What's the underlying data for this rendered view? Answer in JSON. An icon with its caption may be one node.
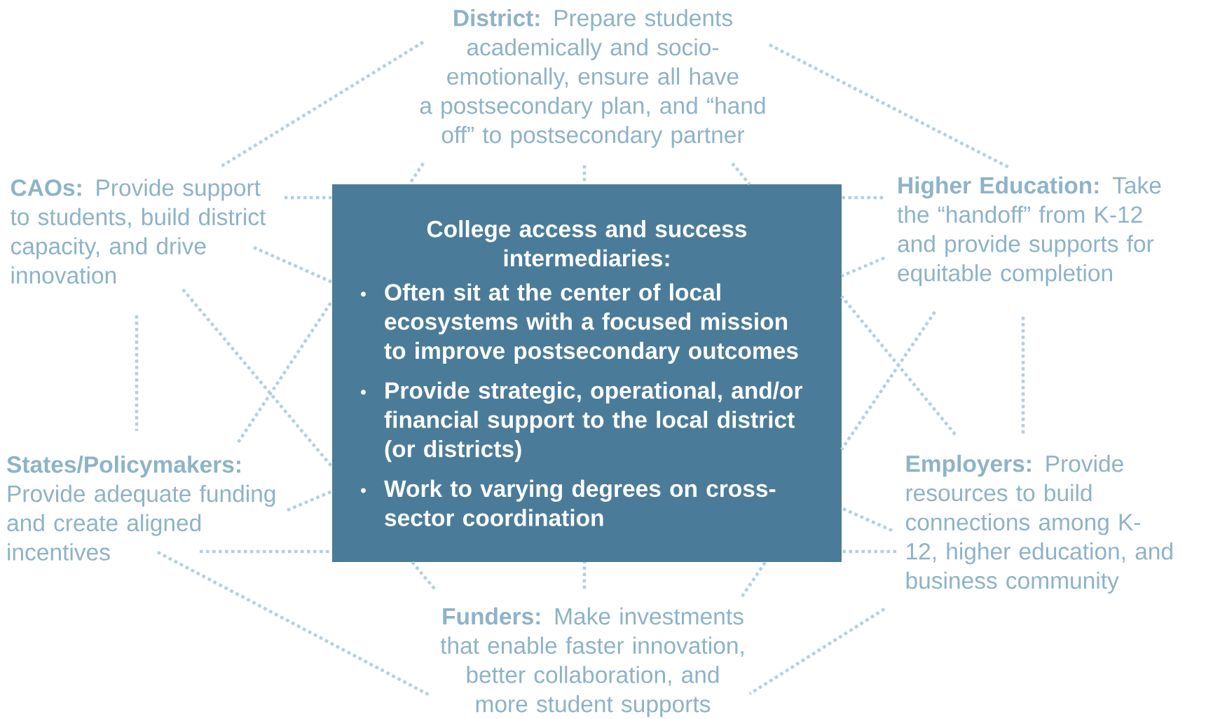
{
  "diagram": {
    "nodes": [
      {
        "text": [
          "**District:** Prepare students academically and socio-emotionally, ensure all have a postsecondary plan, and “hand off” to postsecondary partner"
        ]
      },
      {
        "text": [
          "**CAOs:** Provide support to students, build district capacity, and drive innovation"
        ]
      },
      {
        "text": [
          "College access and success intermediaries:",
          "Often sit at the center of local ecosystems with a focused mission to improve postsecondary outcomes",
          "Provide strategic, operational, and/or financial support to the local district (or districts)",
          "Work to varying degrees on cross-sector coordination"
        ]
      },
      {
        "text": [
          "**Higher Education:** Take the “handoff” from K-12 and provide supports for equitable completion"
        ]
      },
      {
        "text": [
          "**States/Policymakers:** Provide adequate funding and create aligned incentives"
        ]
      },
      {
        "text": [
          "**Employers:** Provide resources to build connections among K-12, higher education, and business community"
        ]
      },
      {
        "text": [
          "**Funders:** Make investments that enable faster innovation, better collaboration, and more student supports"
        ]
      }
    ],
    "edges": [
      {
        "from": 0,
        "to": 1,
        "arrow": "none"
      },
      {
        "from": 0,
        "to": 3,
        "arrow": "none"
      },
      {
        "from": 1,
        "to": 4,
        "arrow": "none"
      },
      {
        "from": 3,
        "to": 5,
        "arrow": "none"
      },
      {
        "from": 4,
        "to": 6,
        "arrow": "none"
      },
      {
        "from": 5,
        "to": 6,
        "arrow": "none"
      },
      {
        "from": 1,
        "to": 2,
        "arrow": "none"
      },
      {
        "from": 3,
        "to": 2,
        "arrow": "none"
      },
      {
        "from": 4,
        "to": 2,
        "arrow": "none"
      },
      {
        "from": 5,
        "to": 2,
        "arrow": "none"
      },
      {
        "from": 0,
        "to": 2,
        "arrow": "none"
      },
      {
        "from": 6,
        "to": 2,
        "arrow": "none"
      },
      {
        "from": 1,
        "to": 2,
        "arrow": "none"
      },
      {
        "from": 6,
        "to": 2,
        "arrow": "none"
      },
      {
        "from": 0,
        "to": 2,
        "arrow": "none"
      },
      {
        "from": 4,
        "to": 2,
        "arrow": "none"
      },
      {
        "from": 0,
        "to": 2,
        "arrow": "none"
      },
      {
        "from": 5,
        "to": 2,
        "arrow": "none"
      },
      {
        "from": 3,
        "to": 2,
        "arrow": "none"
      },
      {
        "from": 6,
        "to": 2,
        "arrow": "none"
      },
      {
        "from": 1,
        "to": 2,
        "arrow": "none"
      },
      {
        "from": 5,
        "to": 2,
        "arrow": "none"
      },
      {
        "from": 3,
        "to": 2,
        "arrow": "none"
      },
      {
        "from": 4,
        "to": 2,
        "arrow": "none"
      }
    ]
  }
}
